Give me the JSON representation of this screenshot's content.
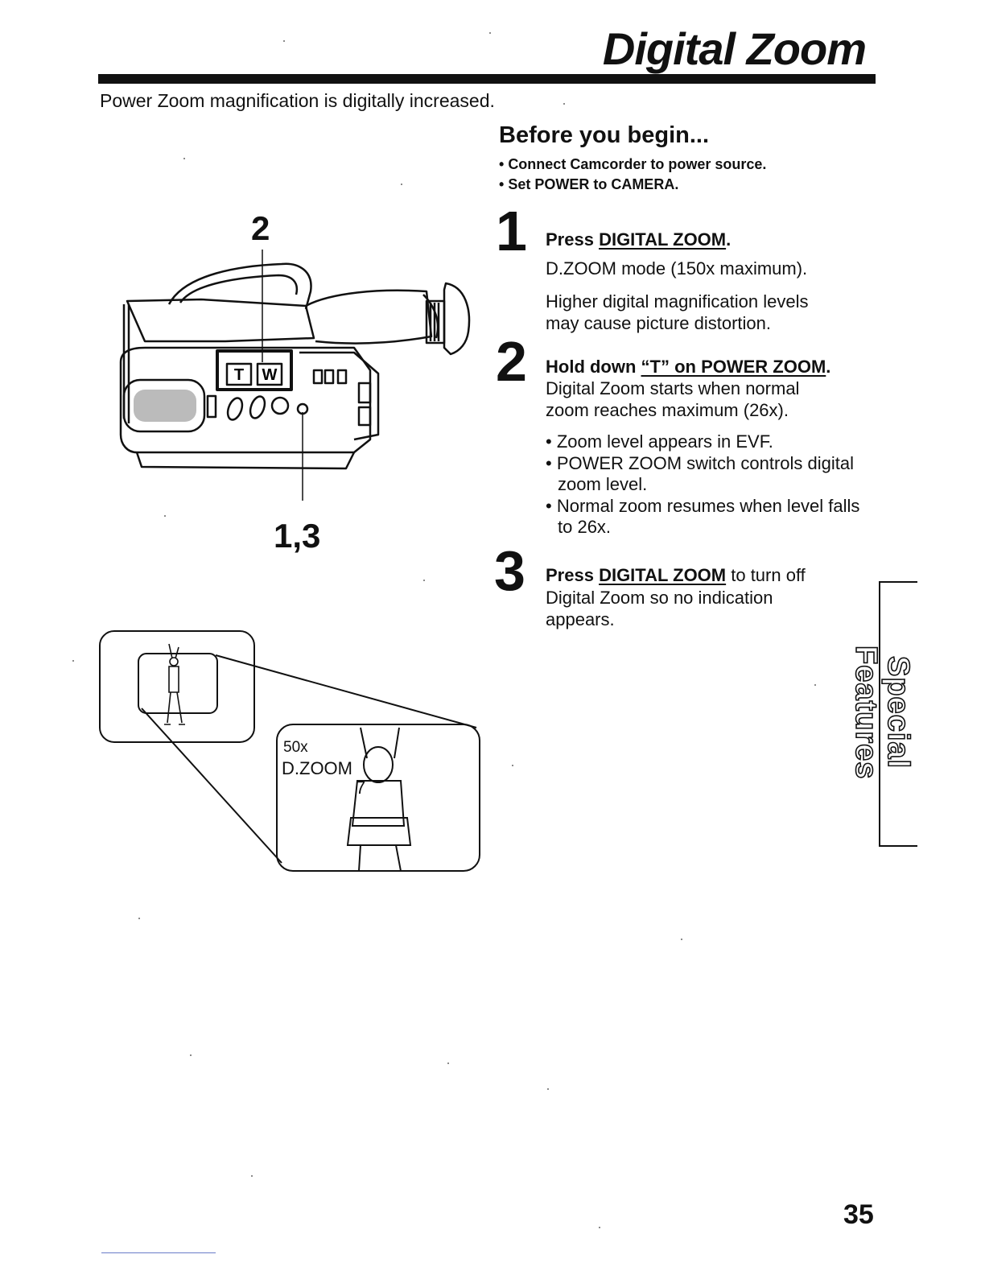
{
  "header": {
    "title": "Digital Zoom",
    "intro": "Power Zoom magnification is digitally increased."
  },
  "before_you_begin": {
    "heading": "Before you begin...",
    "items": [
      "Connect Camcorder to power source.",
      "Set POWER to CAMERA."
    ]
  },
  "steps": [
    {
      "number": "1",
      "heading_pre": "Press ",
      "heading_link": "DIGITAL ZOOM",
      "heading_post": ".",
      "text1": "D.ZOOM mode (150x maximum).",
      "text2_line1": "Higher digital magnification levels",
      "text2_line2": "may cause picture distortion."
    },
    {
      "number": "2",
      "heading_pre": "Hold down ",
      "heading_link1": "“T” on POWER ZOOM",
      "heading_post": ".",
      "text_line1": "Digital Zoom starts when normal",
      "text_line2": "zoom reaches maximum (26x).",
      "bullets": [
        "Zoom level appears in EVF.",
        "POWER ZOOM switch controls digital zoom level.",
        "Normal zoom resumes when level falls to 26x."
      ]
    },
    {
      "number": "3",
      "heading_pre": "Press ",
      "heading_link": "DIGITAL ZOOM",
      "heading_post": " to turn off",
      "text_line1": "Digital Zoom so no indication",
      "text_line2": "appears."
    }
  ],
  "illustration": {
    "callout_top": "2",
    "callout_bottom": "1,3",
    "zoom_button_t": "T",
    "zoom_button_w": "W",
    "viewfinder_zoom": "50x",
    "viewfinder_mode": "D.ZOOM",
    "jersey_number": "7"
  },
  "side_tab": "Special Features",
  "page_number": "35"
}
